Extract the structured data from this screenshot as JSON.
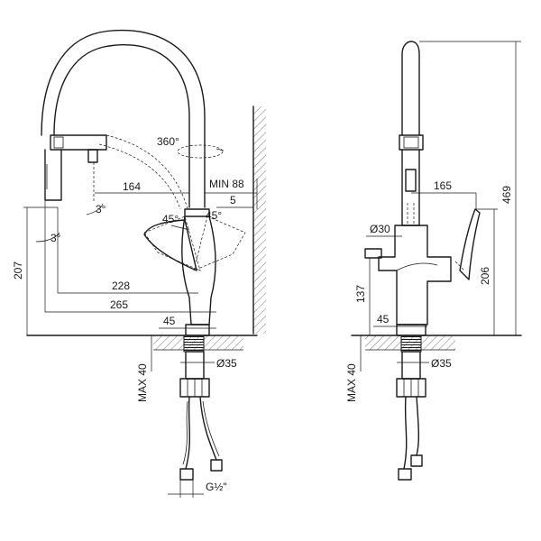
{
  "labels": {
    "rotation": "360°",
    "min88": "MIN 88",
    "d164": "164",
    "d5": "5",
    "tilt3a": "3°",
    "tilt3b": "3°",
    "ang45a": "45°",
    "ang45b": "45°",
    "d207": "207",
    "d228": "228",
    "d265": "265",
    "d45L": "45",
    "max40L": "MAX 40",
    "d35L": "Ø35",
    "g12": "G½\"",
    "d165": "165",
    "d469": "469",
    "d30": "Ø30",
    "d206": "206",
    "d137": "137",
    "d45R": "45",
    "max40R": "MAX 40",
    "d35R": "Ø35"
  },
  "colors": {
    "line": "#1a1a1a",
    "background": "#ffffff",
    "base_fill": "#d9d9d9"
  }
}
